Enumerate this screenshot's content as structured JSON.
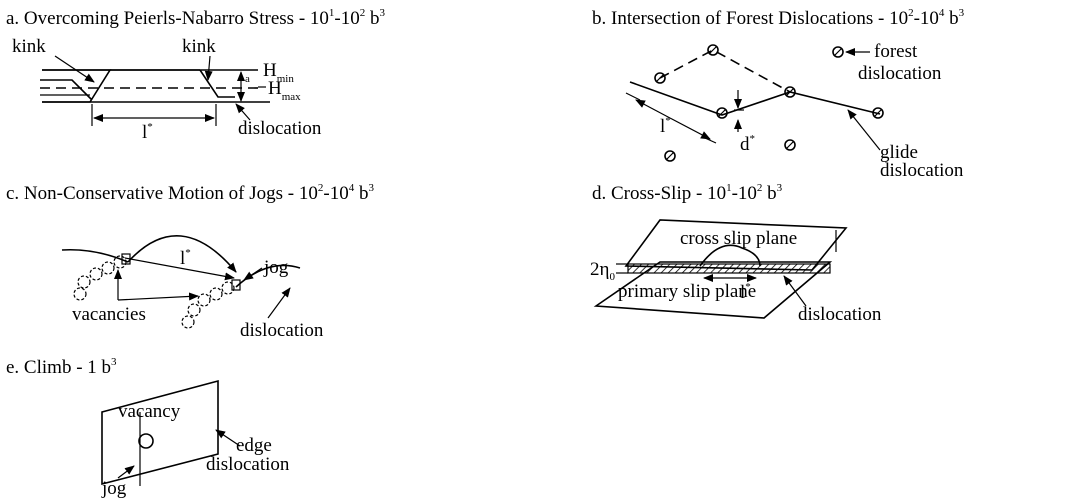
{
  "panels": {
    "a": {
      "title_main": "a. Overcoming Peierls-Nabarro Stress  - 10",
      "exp1": "1",
      "title_mid": "-10",
      "exp2": "2",
      "title_end": " b",
      "exp3": "3",
      "kink_left": "kink",
      "kink_right": "kink",
      "h_min": "H",
      "h_min_sub": "min",
      "h_max": "H",
      "h_max_sub": "max",
      "a_label": "a",
      "l_label": "l",
      "l_star": "*",
      "dislocation": "dislocation"
    },
    "b": {
      "title_main": "b. Intersection of Forest Dislocations - 10",
      "exp1": "2",
      "title_mid": "-10",
      "exp2": "4",
      "title_end": " b",
      "exp3": "3",
      "forest_1": "forest",
      "forest_2": "dislocation",
      "l_label": "l",
      "l_star": "*",
      "d_label": "d",
      "d_star": "*",
      "glide_1": "glide",
      "glide_2": "dislocation"
    },
    "c": {
      "title_main": "c. Non-Conservative Motion of Jogs  - 10",
      "exp1": "2",
      "title_mid": "-10",
      "exp2": "4",
      "title_end": "  b",
      "exp3": "3",
      "l_label": "l",
      "l_star": "*",
      "jog": "jog",
      "vacancies": "vacancies",
      "dislocation": "dislocation"
    },
    "d": {
      "title_main": "d. Cross-Slip - 10",
      "exp1": "1",
      "title_mid": "-10",
      "exp2": "2",
      "title_end": "  b",
      "exp3": "3",
      "cross_slip_plane": "cross slip plane",
      "eta_label": "2η",
      "eta_sub": "0",
      "primary_slip_plane": "primary slip plane",
      "l_label": "l",
      "l_star": "*",
      "dislocation": "dislocation"
    },
    "e": {
      "title_main": "e. Climb - 1 b",
      "exp3": "3",
      "vacancy": "vacancy",
      "edge_1": "edge",
      "edge_2": "dislocation",
      "jog": "jog"
    }
  }
}
